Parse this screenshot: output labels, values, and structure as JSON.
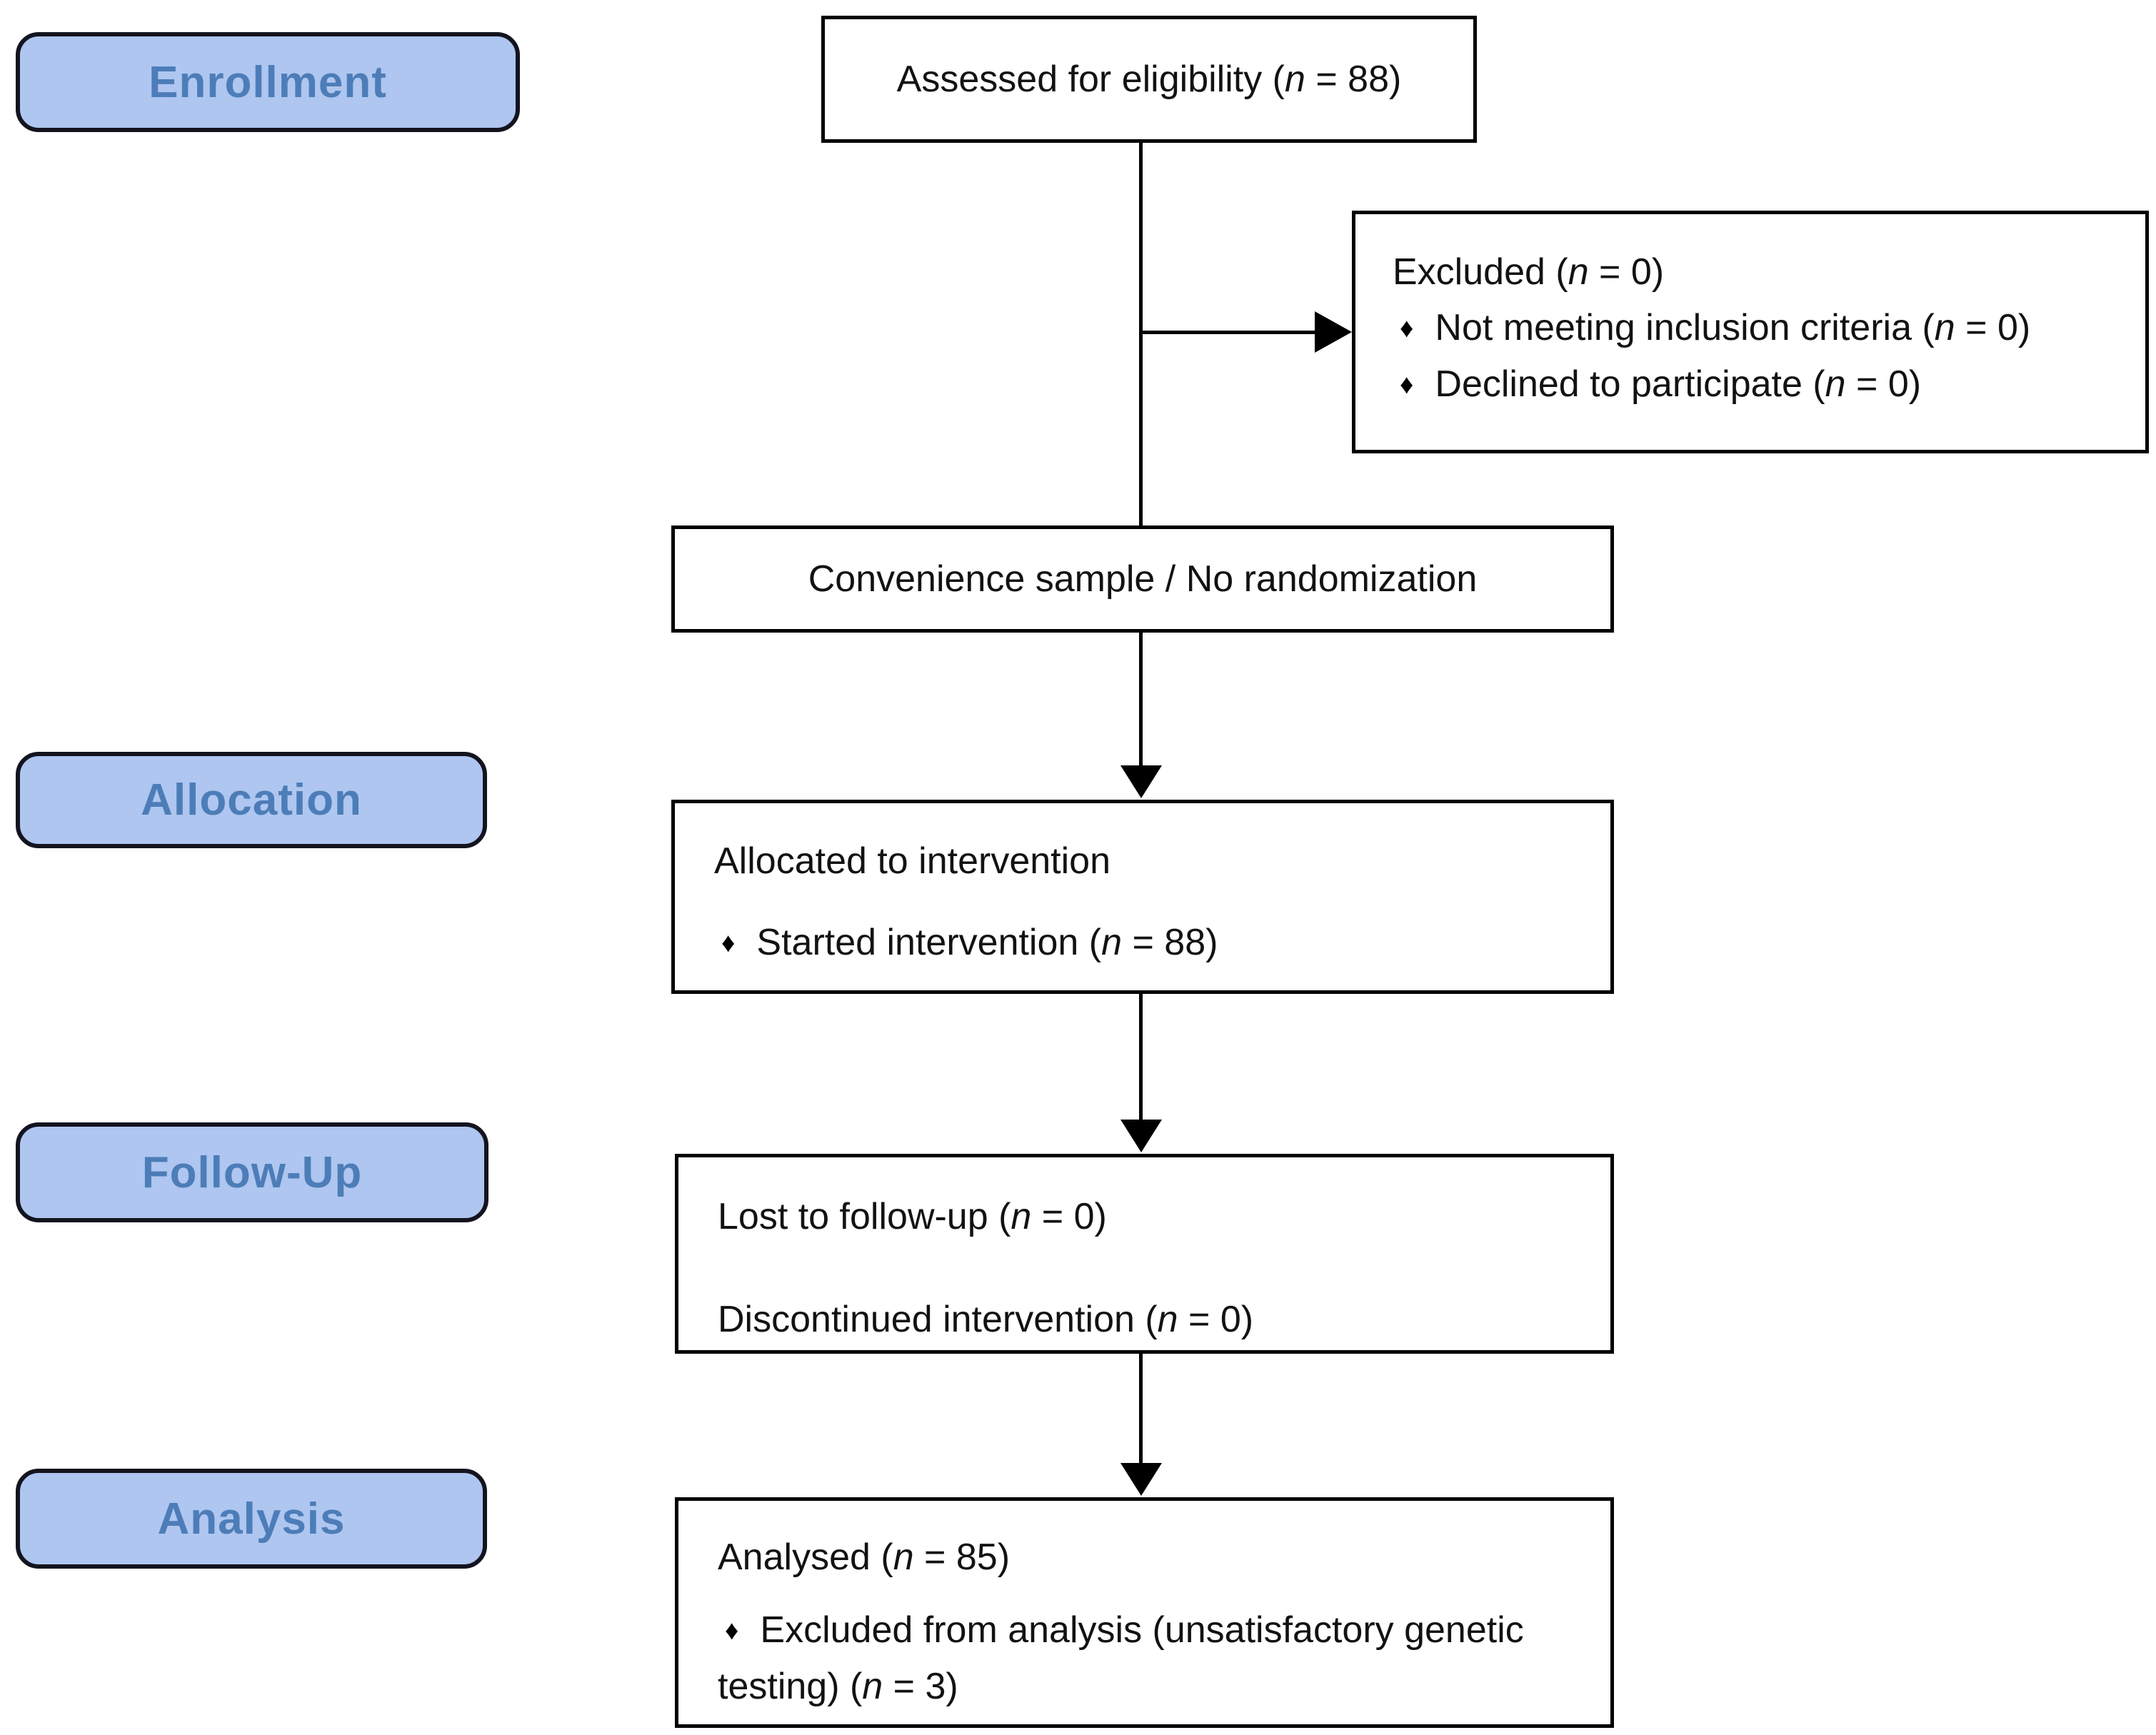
{
  "stage_labels": {
    "enrollment": "Enrollment",
    "allocation": "Allocation",
    "followup": "Follow-Up",
    "analysis": "Analysis"
  },
  "boxes": {
    "assessed": {
      "text": "Assessed for eligibility (n = 88)"
    },
    "excluded": {
      "title": "Excluded (n = 0)",
      "bullets": [
        "Not meeting inclusion criteria (n = 0)",
        "Declined to participate (n = 0)"
      ]
    },
    "randomization": {
      "text": "Convenience sample / No randomization"
    },
    "allocation": {
      "title": "Allocated to intervention",
      "bullets": [
        "Started intervention (n = 88)"
      ]
    },
    "follow_up": {
      "lines": [
        "Lost to follow-up (n = 0)",
        "Discontinued intervention (n = 0)"
      ]
    },
    "analysis": {
      "title": "Analysed (n = 85)",
      "bullets": [
        "Excluded from analysis (unsatisfactory genetic testing) (n = 3)"
      ]
    }
  },
  "glyphs": {
    "bullet": "♦"
  },
  "colors": {
    "stage_fill": "#aec6f0",
    "stage_text": "#4d7db8",
    "stage_border": "#14141f",
    "box_border": "#000000",
    "connector": "#000000",
    "background": "#ffffff"
  }
}
